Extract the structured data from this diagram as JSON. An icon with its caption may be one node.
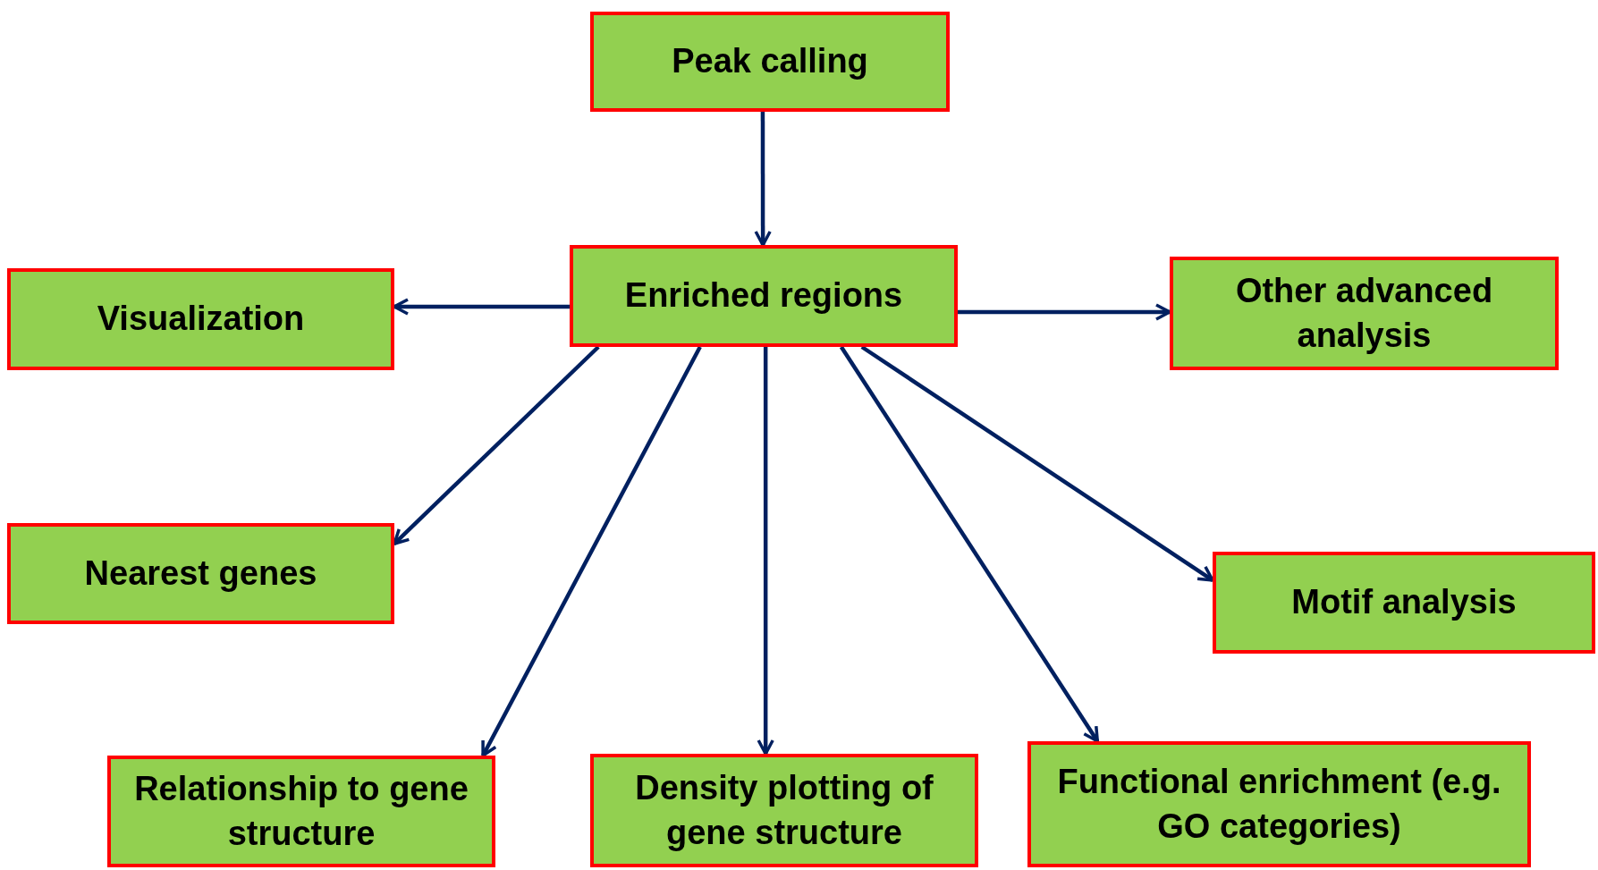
{
  "diagram": {
    "nodes": [
      {
        "text": [
          "Peak calling"
        ]
      },
      {
        "text": [
          "Enriched regions"
        ]
      },
      {
        "text": [
          "Visualization"
        ]
      },
      {
        "text": [
          "Other advanced analysis"
        ]
      },
      {
        "text": [
          "Nearest genes"
        ]
      },
      {
        "text": [
          "Motif analysis"
        ]
      },
      {
        "text": [
          "Relationship to gene structure"
        ]
      },
      {
        "text": [
          "Density plotting of gene structure"
        ]
      },
      {
        "text": [
          "Functional enrichment (e.g. GO categories)"
        ]
      }
    ],
    "edges": [
      {
        "from": 0,
        "to": 1,
        "arrow": "to"
      },
      {
        "from": 1,
        "to": 2,
        "arrow": "to"
      },
      {
        "from": 1,
        "to": 3,
        "arrow": "to"
      },
      {
        "from": 1,
        "to": 4,
        "arrow": "to"
      },
      {
        "from": 1,
        "to": 6,
        "arrow": "to"
      },
      {
        "from": 1,
        "to": 7,
        "arrow": "to"
      },
      {
        "from": 1,
        "to": 8,
        "arrow": "to"
      },
      {
        "from": 1,
        "to": 5,
        "arrow": "to"
      }
    ]
  }
}
